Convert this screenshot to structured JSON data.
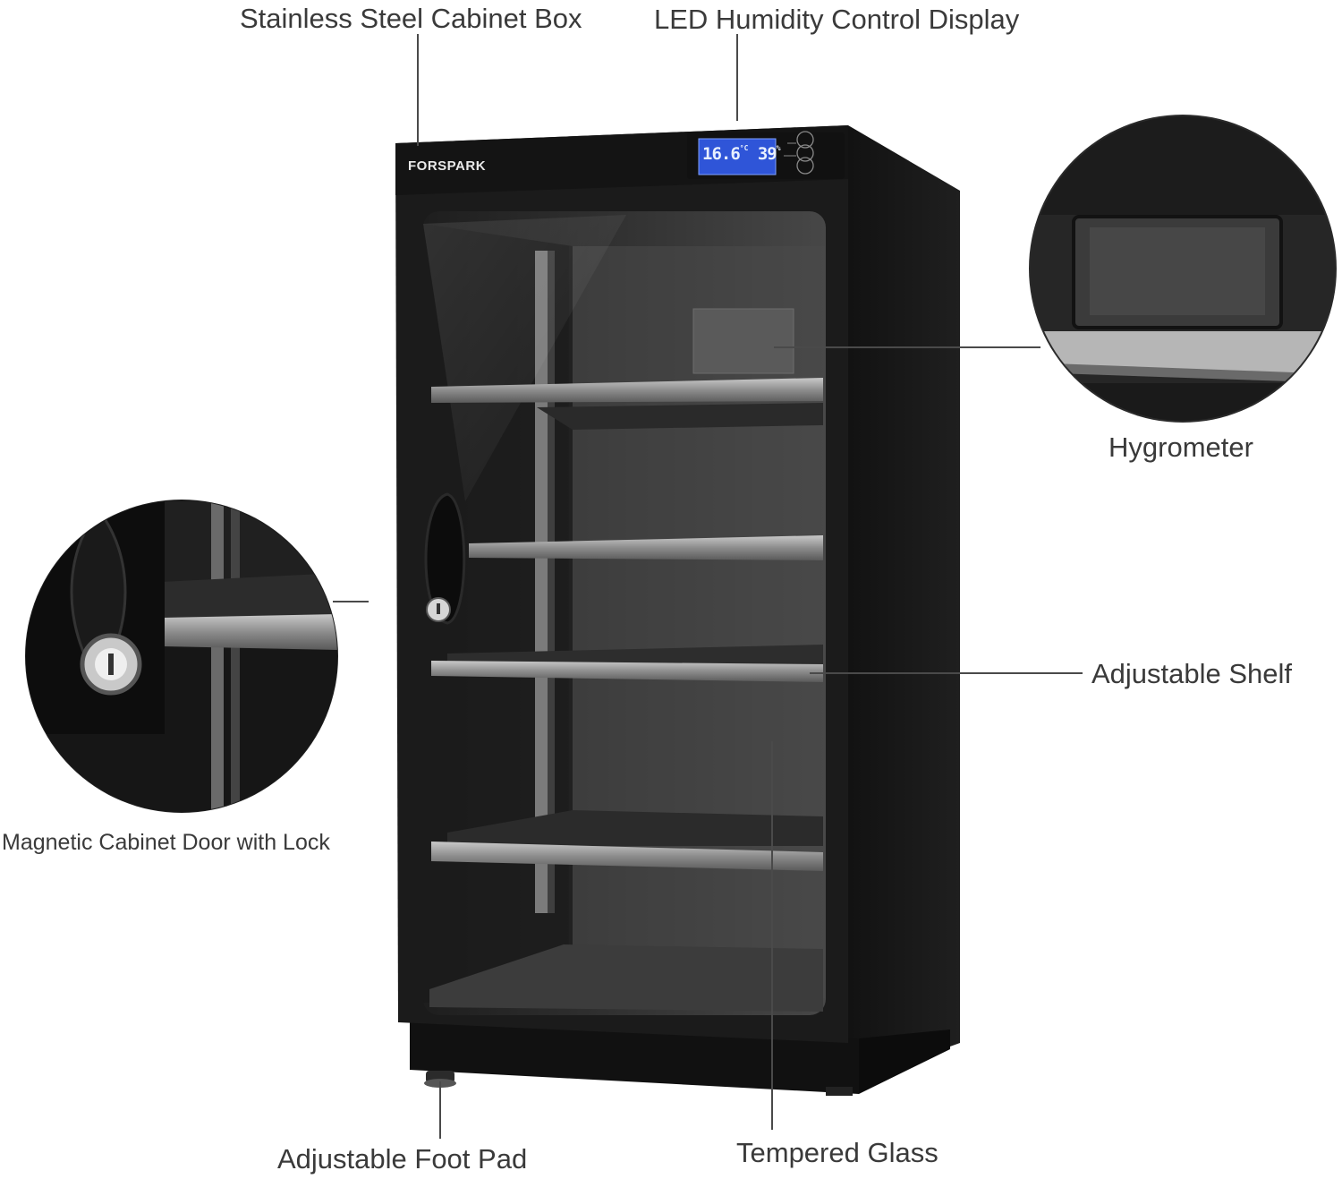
{
  "labels": {
    "cabinet_box": "Stainless Steel Cabinet Box",
    "humidity_display": "LED Humidity Control Display",
    "hygrometer": "Hygrometer",
    "door_lock": "Magnetic Cabinet Door with Lock",
    "adjustable_shelf": "Adjustable Shelf",
    "foot_pad": "Adjustable Foot Pad",
    "tempered_glass": "Tempered Glass"
  },
  "product": {
    "brand": "FORSPARK"
  },
  "display": {
    "temperature": "16.6",
    "humidity": "39"
  },
  "colors": {
    "cabinet_body": "#1b1b1b",
    "cabinet_side": "#151515",
    "glass_interior": "#3a3a3a",
    "shelf_rail": "#8e8e8e",
    "lcd_screen": "#2f55d8",
    "label_text": "#3a3a3a"
  }
}
